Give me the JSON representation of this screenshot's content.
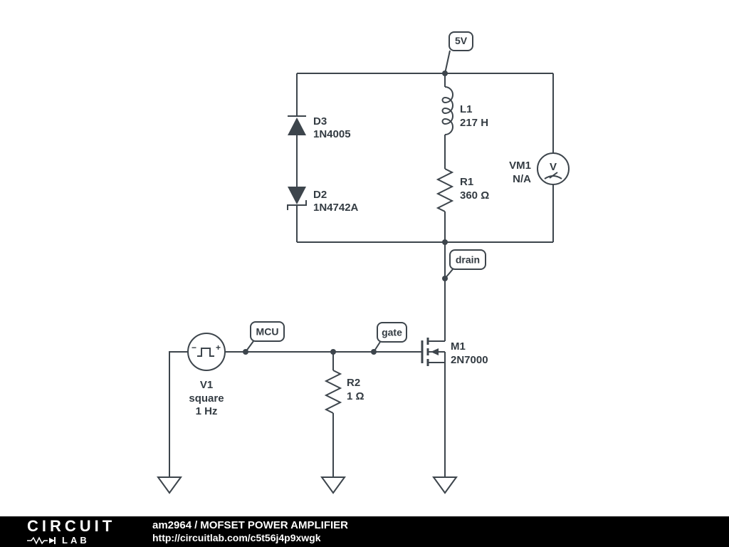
{
  "colors": {
    "wire": "#3d454c",
    "label_text": "#333b42",
    "background": "#ffffff",
    "footer_bg": "#000000",
    "footer_text": "#ffffff"
  },
  "flags": {
    "power": "5V",
    "drain": "drain",
    "gate": "gate",
    "mcu": "MCU"
  },
  "components": {
    "d3": {
      "name": "D3",
      "value": "1N4005"
    },
    "d2": {
      "name": "D2",
      "value": "1N4742A"
    },
    "l1": {
      "name": "L1",
      "value": "217 H"
    },
    "r1": {
      "name": "R1",
      "value": "360 Ω"
    },
    "vm1": {
      "name": "VM1",
      "value": "N/A",
      "meter_letter": "V"
    },
    "m1": {
      "name": "M1",
      "value": "2N7000"
    },
    "r2": {
      "name": "R2",
      "value": "1 Ω"
    },
    "v1": {
      "name": "V1",
      "value_line1": "square",
      "value_line2": "1 Hz",
      "plus": "+",
      "minus": "−"
    }
  },
  "footer": {
    "logo_top": "CIRCUIT",
    "logo_lab": "LAB",
    "author": "am2964",
    "separator": "/",
    "title": "MOFSET POWER AMPLIFIER",
    "url": "http://circuitlab.com/c5t56j4p9xwgk"
  }
}
